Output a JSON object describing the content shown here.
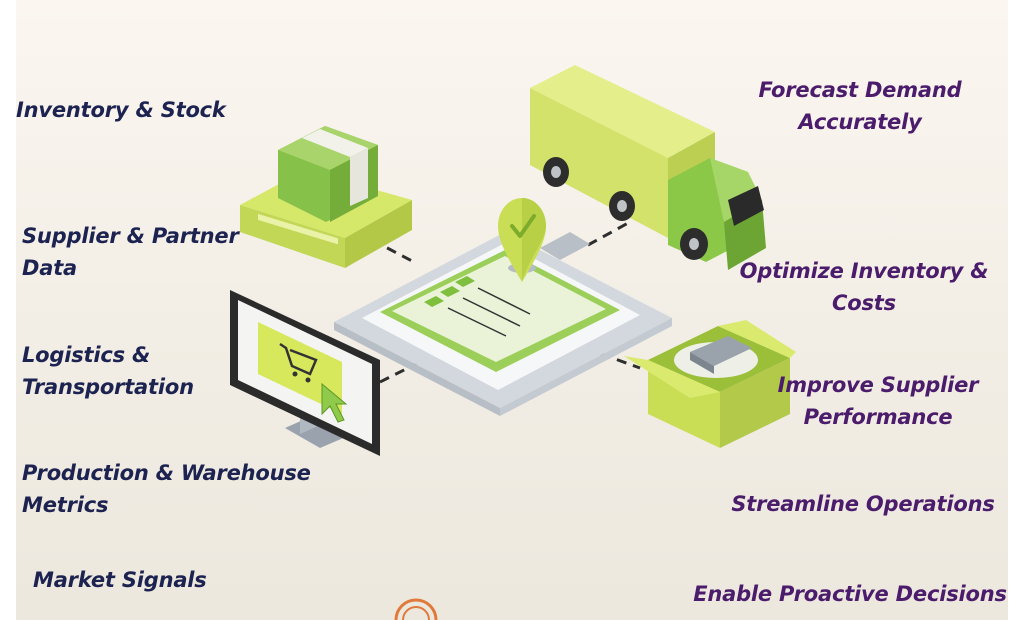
{
  "inputs": [
    "Inventory & Stock",
    "Supplier & Partner Data",
    "Logistics & Transportation",
    "Production & Warehouse Metrics",
    "Market Signals"
  ],
  "left_labels": [
    {
      "lines": [
        "Inventory & Stock"
      ]
    },
    {
      "lines": [
        "Supplier & Partner",
        "Data"
      ]
    },
    {
      "lines": [
        "Logistics &",
        "Transportation"
      ]
    },
    {
      "lines": [
        "Production & Warehouse",
        "Metrics"
      ]
    },
    {
      "lines": [
        "Market Signals"
      ]
    }
  ],
  "right_labels": [
    {
      "lines": [
        "Forecast Demand",
        "Accurately"
      ]
    },
    {
      "lines": [
        "Optimize Inventory &",
        "Costs"
      ]
    },
    {
      "lines": [
        "Improve Supplier",
        "Performance"
      ]
    },
    {
      "lines": [
        "Streamline Operations"
      ]
    },
    {
      "lines": [
        "Enable Proactive Decisions"
      ]
    }
  ],
  "colors": {
    "accent_green": "#8fca4a",
    "lime": "#cfe36a",
    "left_text": "#1d2350",
    "right_text": "#4b1c6b"
  },
  "icons": [
    "pallet-box-icon",
    "truck-icon",
    "clipboard-checklist-icon",
    "location-pin-icon",
    "monitor-cart-icon",
    "open-box-icon",
    "logo-mark-icon"
  ]
}
